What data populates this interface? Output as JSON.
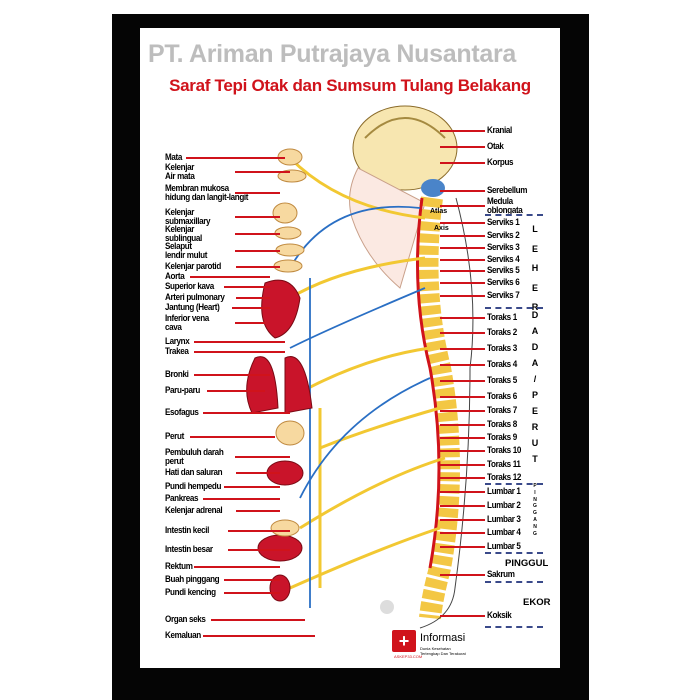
{
  "watermark": "PT. Ariman Putrajaya Nusantara",
  "title": "Saraf Tepi Otak dan Sumsum Tulang Belakang",
  "left_labels": [
    "Mata",
    "Kelenjar\nAir mata",
    "Membran mukosa\nhidung dan langit-langit",
    "Kelenjar\nsubmaxillary",
    "Kelenjar\nsublingual",
    "Selaput\nlendir mulut",
    "Kelenjar parotid",
    "Aorta",
    "Superior kava",
    "Arteri pulmonary",
    "Jantung (Heart)",
    "Inferior vena\ncava",
    "Larynx",
    "Trakea",
    "Bronki",
    "Paru-paru",
    "Esofagus",
    "Perut",
    "Pembuluh darah\nperut",
    "Hati dan saluran",
    "Pundi hempedu",
    "Pankreas",
    "Kelenjar adrenal",
    "Intestin kecil",
    "Intestin besar",
    "Rektum",
    "Buah pinggang",
    "Pundi kencing",
    "Organ seks",
    "Kemaluan"
  ],
  "right_labels": [
    "Kranial",
    "Otak",
    "Korpus",
    "Serebellum",
    "Medula\noblongata",
    "Serviks 1",
    "Serviks 2",
    "Serviks 3",
    "Serviks 4",
    "Serviks 5",
    "Serviks 6",
    "Serviks 7",
    "Toraks 1",
    "Toraks 2",
    "Toraks 3",
    "Toraks 4",
    "Toraks 5",
    "Toraks 6",
    "Toraks 7",
    "Toraks 8",
    "Toraks 9",
    "Toraks 10",
    "Toraks 11",
    "Toraks 12",
    "Lumbar 1",
    "Lumbar 2",
    "Lumbar 3",
    "Lumbar 4",
    "Lumbar 5",
    "Sakrum",
    "Koksik"
  ],
  "small_labels": {
    "atlas": "Atlas",
    "axis": "Axis"
  },
  "regions": {
    "leher": "L E H E R",
    "dada_perut": "D A D A / P E R U T",
    "pinggang": "P I N G G A N G",
    "pinggul": "PINGGUL",
    "ekor": "EKOR"
  },
  "logo": {
    "title": "Informasi",
    "subtitle": "Dunia Kesehatan Terlengkap Dan Terakurat",
    "site": "ASKEP33.COM"
  },
  "colors": {
    "red": "#d0131b",
    "nerve_yellow": "#f2c832",
    "nerve_blue": "#2a6fc4",
    "dash": "#3a4a8a"
  }
}
